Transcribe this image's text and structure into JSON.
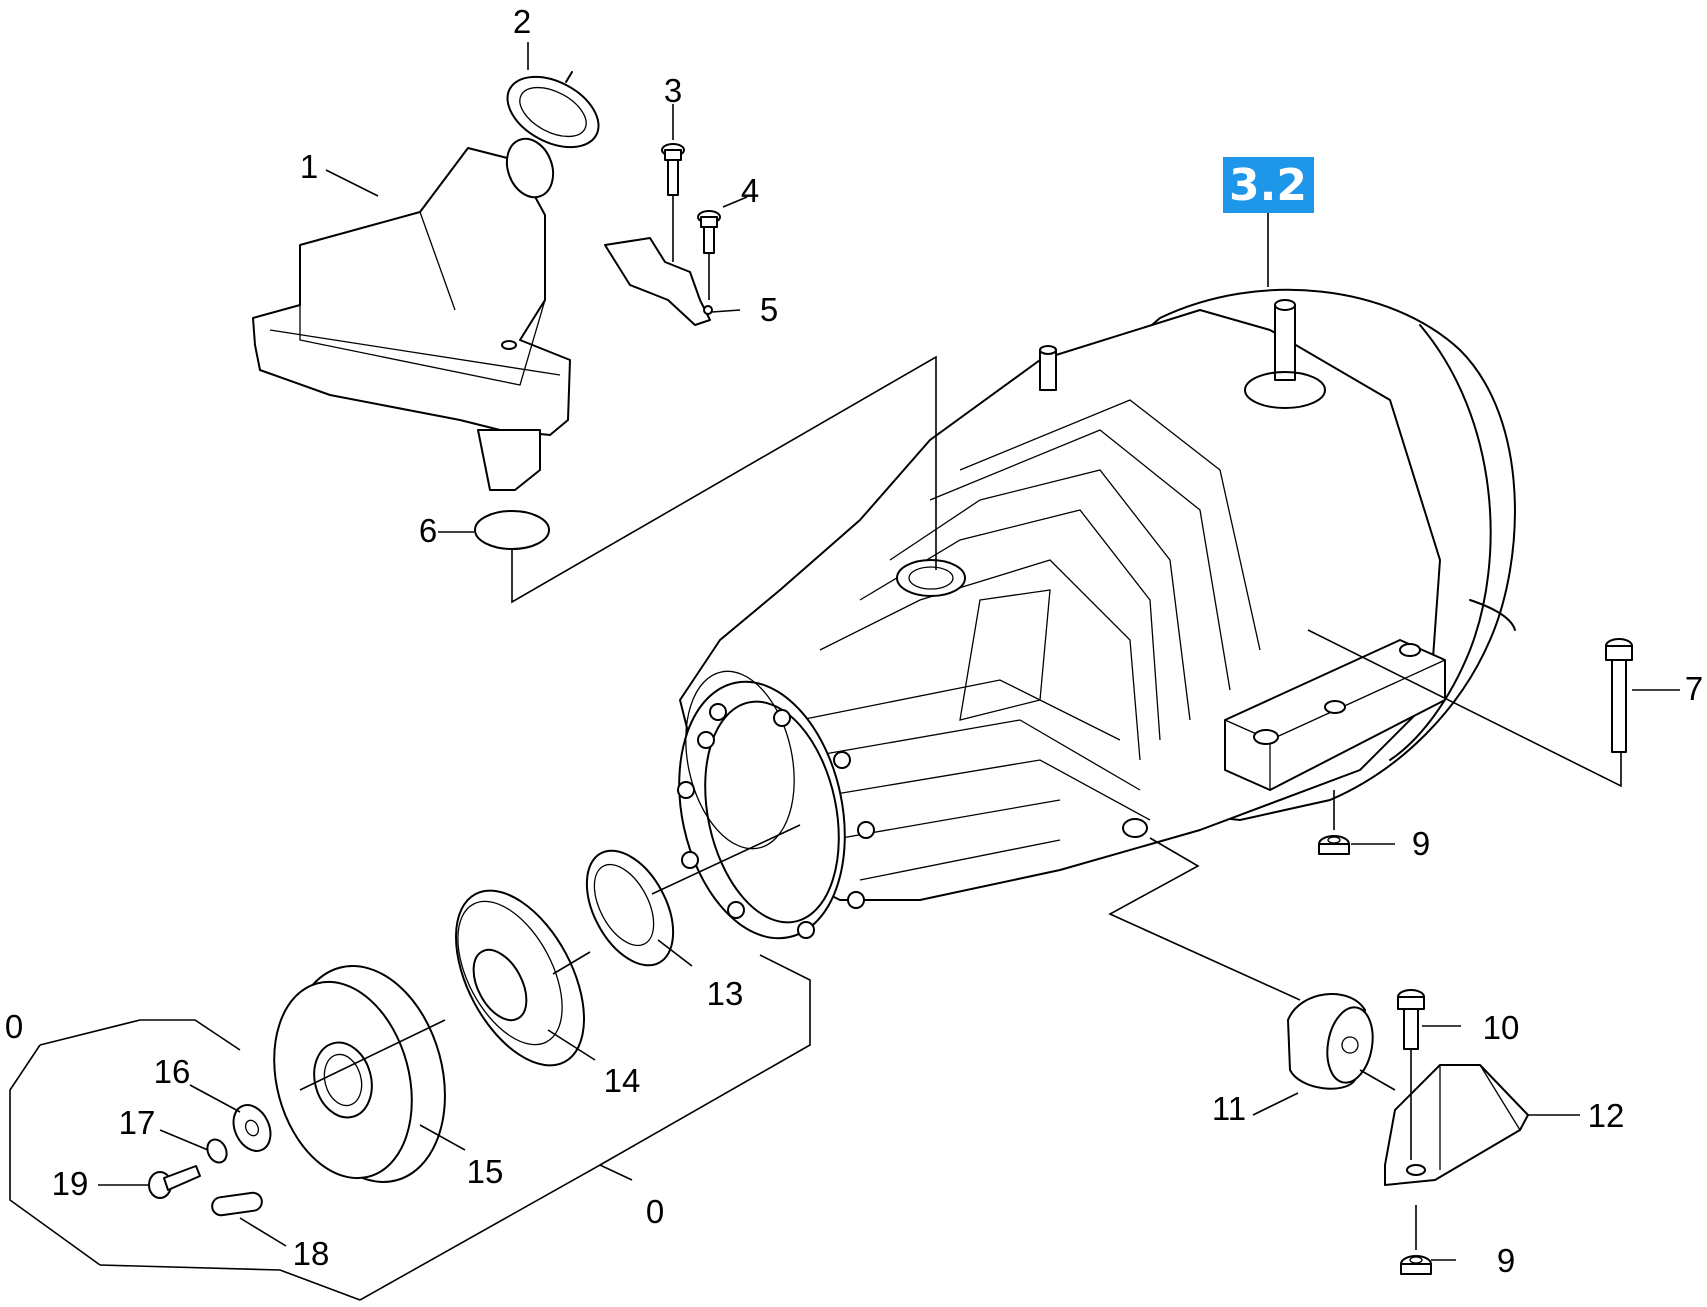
{
  "section_badge": {
    "text": "3.2",
    "color": "#1e96ea"
  },
  "callouts": [
    {
      "id": "c1",
      "text": "1"
    },
    {
      "id": "c2",
      "text": "2"
    },
    {
      "id": "c3",
      "text": "3"
    },
    {
      "id": "c4",
      "text": "4"
    },
    {
      "id": "c5",
      "text": "5"
    },
    {
      "id": "c6",
      "text": "6"
    },
    {
      "id": "c7",
      "text": "7"
    },
    {
      "id": "c9a",
      "text": "9"
    },
    {
      "id": "c9b",
      "text": "9"
    },
    {
      "id": "c10",
      "text": "10"
    },
    {
      "id": "c11",
      "text": "11"
    },
    {
      "id": "c12",
      "text": "12"
    },
    {
      "id": "c13",
      "text": "13"
    },
    {
      "id": "c14",
      "text": "14"
    },
    {
      "id": "c15",
      "text": "15"
    },
    {
      "id": "c16",
      "text": "16"
    },
    {
      "id": "c17",
      "text": "17"
    },
    {
      "id": "c18",
      "text": "18"
    },
    {
      "id": "c19",
      "text": "19"
    },
    {
      "id": "c0a",
      "text": "0"
    },
    {
      "id": "c0b",
      "text": "0"
    }
  ]
}
